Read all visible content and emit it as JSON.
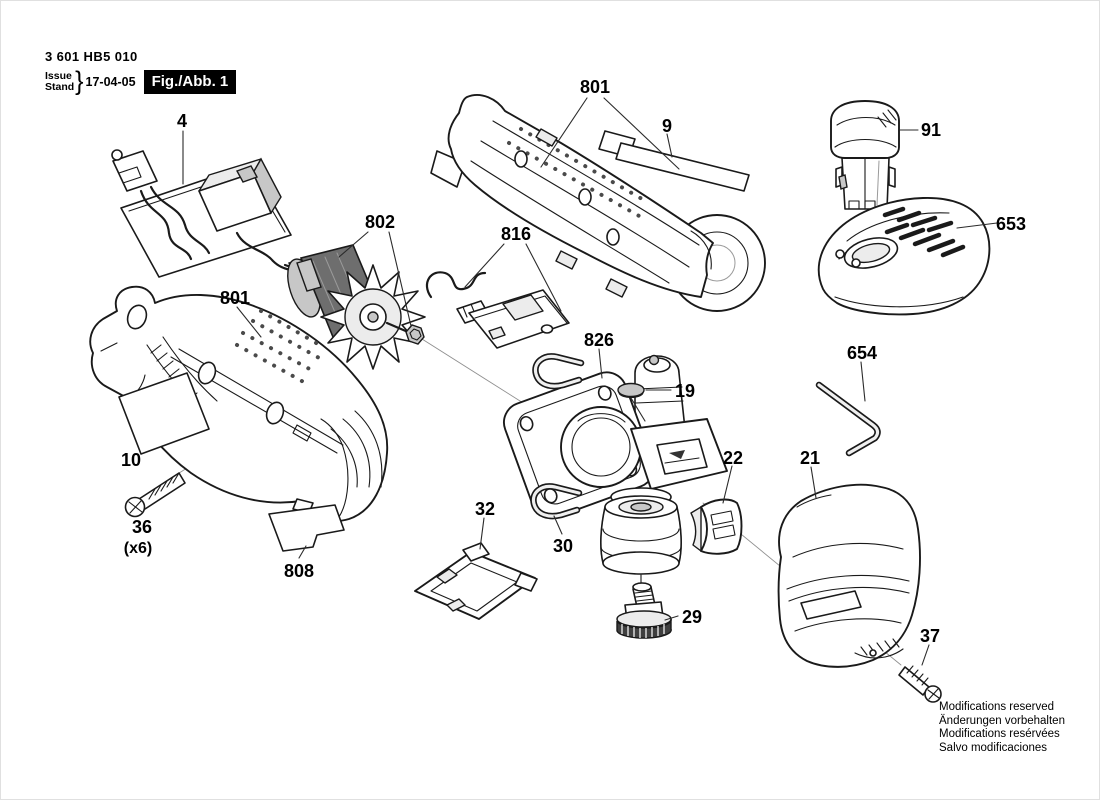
{
  "header": {
    "part_number": "3 601 HB5 010",
    "issue_label": "Issue",
    "stand_label": "Stand",
    "brace": "}",
    "issue_date": "17-04-05",
    "figure_label": "Fig./Abb. 1"
  },
  "callouts": {
    "module": "4",
    "inner_housing": "801",
    "sticker_strip": "9",
    "battery": "91",
    "charger": "653",
    "motor": "802",
    "switch": "816",
    "gear_head": "826",
    "hex_key": "654",
    "cap": "19",
    "latch": "22",
    "cover": "21",
    "outer_housing": "801",
    "sticker_10": "10",
    "screw_36": "36",
    "screw_36_qty": "(x6)",
    "sticker_808": "808",
    "tray": "32",
    "clip": "30",
    "knob": "29",
    "screw_37": "37"
  },
  "footer": {
    "line1": "Modifications reserved",
    "line2": "Änderungen vorbehalten",
    "line3": "Modifications resérvées",
    "line4": "Salvo modificaciones"
  },
  "colors": {
    "background": "#ffffff",
    "line": "#1a1a1a",
    "badge_bg": "#000000",
    "badge_text": "#ffffff"
  }
}
